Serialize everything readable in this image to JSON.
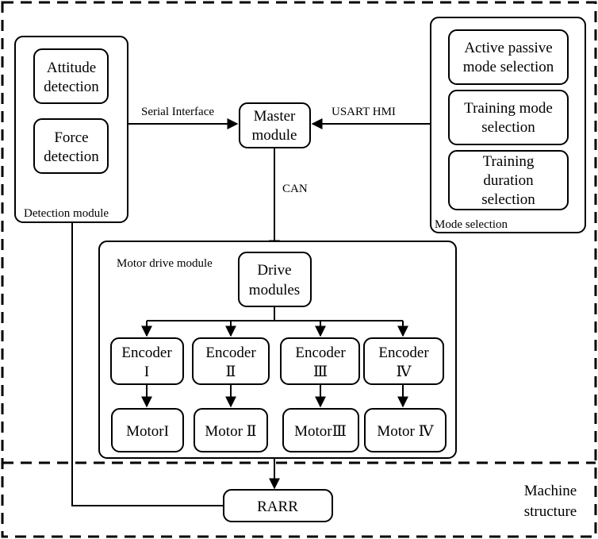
{
  "detection": {
    "title": "Detection module",
    "attitude": [
      "Attitude",
      "detection"
    ],
    "force": [
      "Force",
      "detection"
    ]
  },
  "master": {
    "label": [
      "Master",
      "module"
    ]
  },
  "mode": {
    "title": "Mode selection",
    "active": [
      "Active passive",
      "mode selection"
    ],
    "training_mode": [
      "Training mode",
      "selection"
    ],
    "training_duration": [
      "Training",
      "duration",
      "selection"
    ]
  },
  "links": {
    "serial": "Serial Interface",
    "usart": "USART  HMI",
    "can": "CAN"
  },
  "motor_drive": {
    "title": "Motor drive module",
    "drive": [
      "Drive",
      "modules"
    ],
    "encoders": [
      {
        "line1": "Encoder",
        "line2": "I"
      },
      {
        "line1": "Encoder",
        "line2": "Ⅱ"
      },
      {
        "line1": "Encoder",
        "line2": "Ⅲ"
      },
      {
        "line1": "Encoder",
        "line2": "Ⅳ"
      }
    ],
    "motors": [
      "MotorI",
      "Motor Ⅱ",
      "MotorⅢ",
      "Motor Ⅳ"
    ]
  },
  "rarr": "RARR",
  "machine": [
    "Machine",
    "structure"
  ]
}
